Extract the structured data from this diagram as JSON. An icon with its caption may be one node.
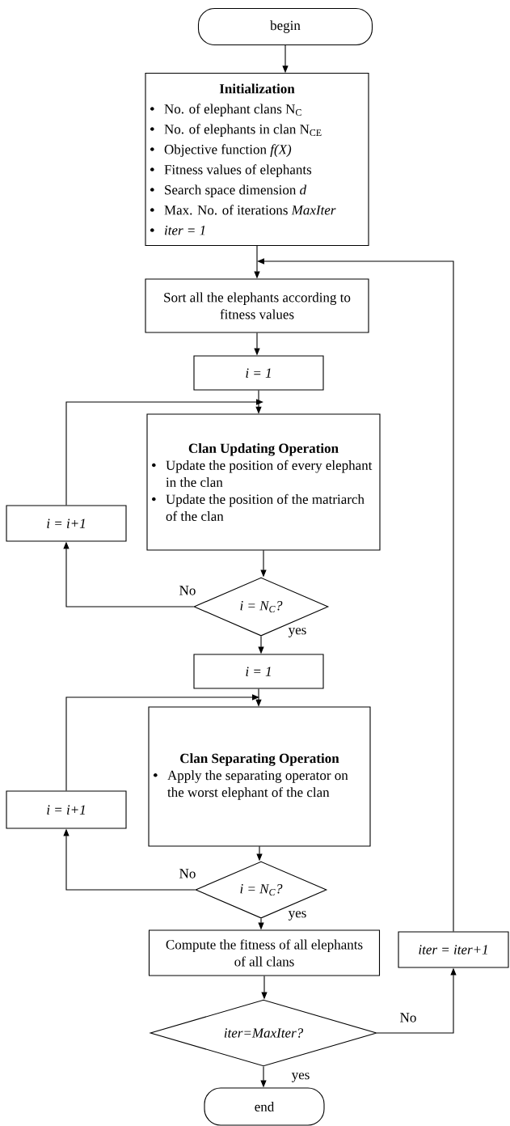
{
  "diagram": {
    "nodes": [
      {
        "text": [
          "begin"
        ]
      },
      {
        "text": [
          "Initialization",
          "No. of elephant clans N$_{C}$",
          "No. of elephants in clan N$_{CE}$",
          "Objective function *f(X)*",
          "Fitness values of elephants",
          "Search space dimension *d*",
          "Max. No. of iterations *MaxIter*",
          "iter = 1"
        ]
      },
      {
        "text": [
          "Sort all the elephants according to fitness values"
        ]
      },
      {
        "text": [
          "i = 1"
        ]
      },
      {
        "text": [
          "Clan Updating Operation",
          "Update the position of every elephant in the clan",
          "Update the position of the matriarch of the clan"
        ]
      },
      {
        "text": [
          "i = i+1"
        ]
      },
      {
        "text": [
          "i = N$_{C}$?"
        ]
      },
      {
        "text": [
          "i = 1"
        ]
      },
      {
        "text": [
          "Clan Separating Operation",
          "Apply the separating operator on the worst elephant of the clan"
        ]
      },
      {
        "text": [
          "i = i+1"
        ]
      },
      {
        "text": [
          "i = N$_{C}$?"
        ]
      },
      {
        "text": [
          "Compute the fitness of all elephants of all clans"
        ]
      },
      {
        "text": [
          "iter = iter+1"
        ]
      },
      {
        "text": [
          "iter=MaxIter?"
        ]
      },
      {
        "text": [
          "end"
        ]
      }
    ],
    "edges": [
      {
        "from": 0,
        "to": 1,
        "arrow": "to"
      },
      {
        "from": 1,
        "to": 2,
        "arrow": "to"
      },
      {
        "from": 2,
        "to": 3,
        "arrow": "to"
      },
      {
        "from": 3,
        "to": 4,
        "arrow": "to"
      },
      {
        "from": 4,
        "to": 6,
        "arrow": "to"
      },
      {
        "from": 6,
        "to": 5,
        "arrow": "to",
        "label": "No"
      },
      {
        "from": 5,
        "to": 4,
        "arrow": "to"
      },
      {
        "from": 6,
        "to": 7,
        "arrow": "to",
        "label": "yes"
      },
      {
        "from": 7,
        "to": 8,
        "arrow": "to"
      },
      {
        "from": 8,
        "to": 10,
        "arrow": "to"
      },
      {
        "from": 10,
        "to": 9,
        "arrow": "to",
        "label": "No"
      },
      {
        "from": 9,
        "to": 8,
        "arrow": "to"
      },
      {
        "from": 10,
        "to": 11,
        "arrow": "to",
        "label": "yes"
      },
      {
        "from": 11,
        "to": 13,
        "arrow": "to"
      },
      {
        "from": 13,
        "to": 12,
        "arrow": "to",
        "label": "No"
      },
      {
        "from": 12,
        "to": 2,
        "arrow": "to"
      },
      {
        "from": 13,
        "to": 14,
        "arrow": "to",
        "label": "yes"
      }
    ]
  }
}
